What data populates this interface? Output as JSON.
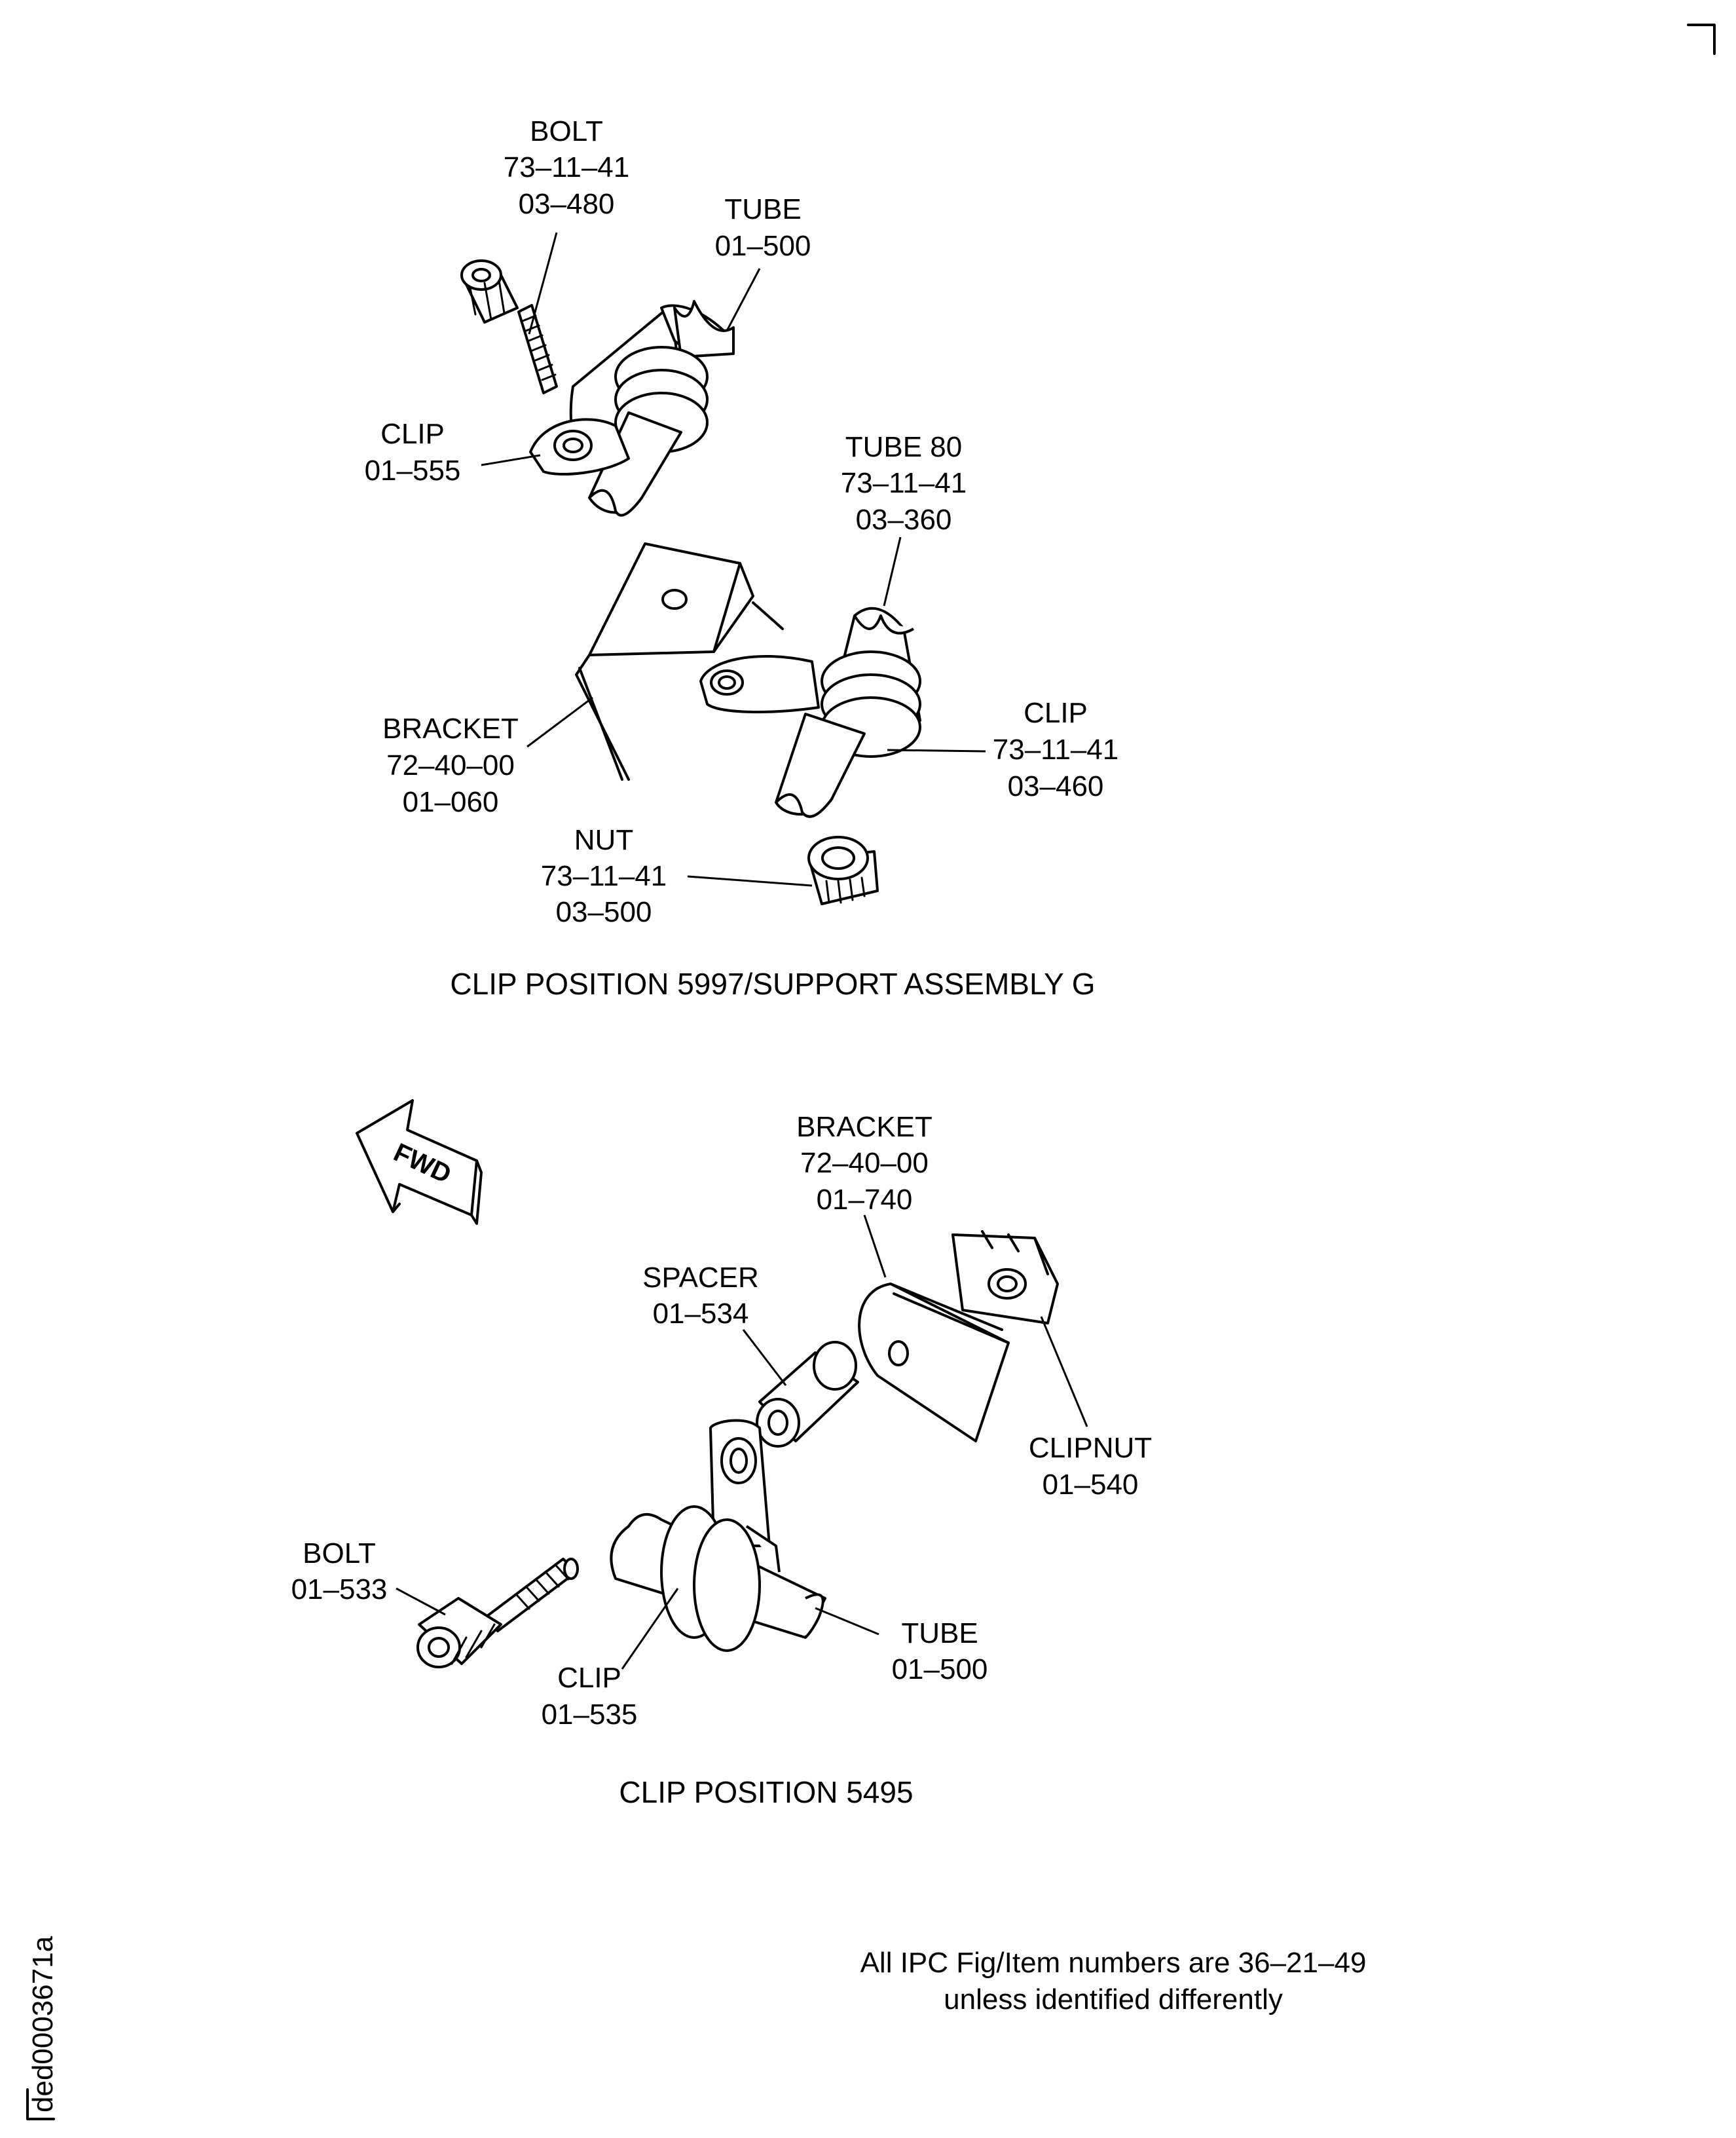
{
  "top_figure": {
    "caption": "CLIP POSITION 5997/SUPPORT ASSEMBLY G",
    "callouts": {
      "bolt": [
        "BOLT",
        "73–11–41",
        "03–480"
      ],
      "tube": [
        "TUBE",
        "01–500"
      ],
      "clip_upper": [
        "CLIP",
        "01–555"
      ],
      "tube80": [
        "TUBE 80",
        "73–11–41",
        "03–360"
      ],
      "bracket": [
        "BRACKET",
        "72–40–00",
        "01–060"
      ],
      "clip_lower": [
        "CLIP",
        "73–11–41",
        "03–460"
      ],
      "nut": [
        "NUT",
        "73–11–41",
        "03–500"
      ]
    }
  },
  "bottom_figure": {
    "caption": "CLIP POSITION 5495",
    "fwd_label": "FWD",
    "callouts": {
      "bracket": [
        "BRACKET",
        "72–40–00",
        "01–740"
      ],
      "spacer": [
        "SPACER",
        "01–534"
      ],
      "clipnut": [
        "CLIPNUT",
        "01–540"
      ],
      "bolt": [
        "BOLT",
        "01–533"
      ],
      "tube": [
        "TUBE",
        "01–500"
      ],
      "clip": [
        "CLIP",
        "01–535"
      ]
    }
  },
  "footer": {
    "note_line1": "All IPC Fig/Item numbers are 36–21–49",
    "note_line2": "unless identified differently",
    "figure_id": "ded0003671a"
  }
}
